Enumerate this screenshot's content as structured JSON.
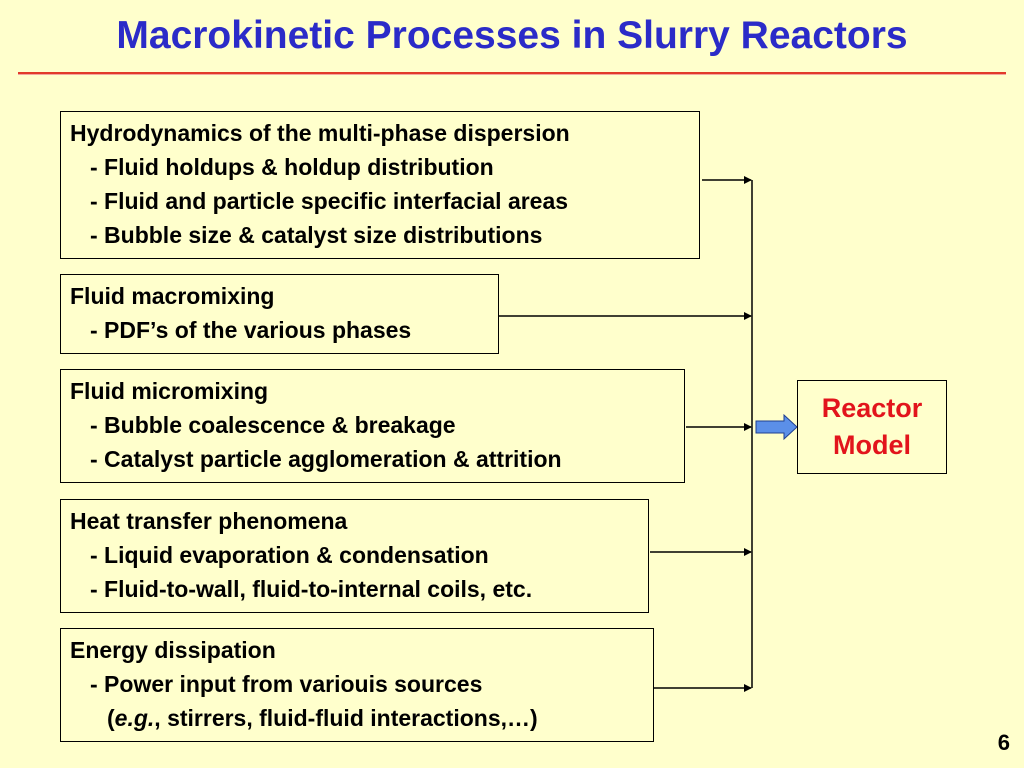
{
  "slide": {
    "title": "Macrokinetic Processes in Slurry Reactors",
    "page_number": "6"
  },
  "boxes": [
    {
      "heading": "Hydrodynamics of the multi-phase dispersion",
      "items": [
        "- Fluid holdups & holdup distribution",
        "- Fluid and particle specific interfacial areas",
        "- Bubble size & catalyst size distributions"
      ]
    },
    {
      "heading": "Fluid macromixing",
      "items": [
        "- PDF’s of the various phases"
      ]
    },
    {
      "heading": "Fluid micromixing",
      "items": [
        "- Bubble coalescence & breakage",
        "- Catalyst particle agglomeration & attrition"
      ]
    },
    {
      "heading": "Heat transfer phenomena",
      "items": [
        "- Liquid evaporation & condensation",
        "- Fluid-to-wall, fluid-to-internal coils, etc."
      ]
    },
    {
      "heading": "Energy dissipation",
      "items": [
        "- Power input from variouis sources"
      ],
      "continuation": {
        "open": "(",
        "emphasis": "e.g.",
        "rest": ", stirrers, fluid-fluid interactions,…)"
      }
    }
  ],
  "reactor_model": {
    "line1": "Reactor",
    "line2": "Model"
  },
  "colors": {
    "background": "#ffffcc",
    "title": "#2b2bc8",
    "title_rule": "#e23a2a",
    "model_text": "#e2141c",
    "block_arrow": "#5b8fe8"
  }
}
